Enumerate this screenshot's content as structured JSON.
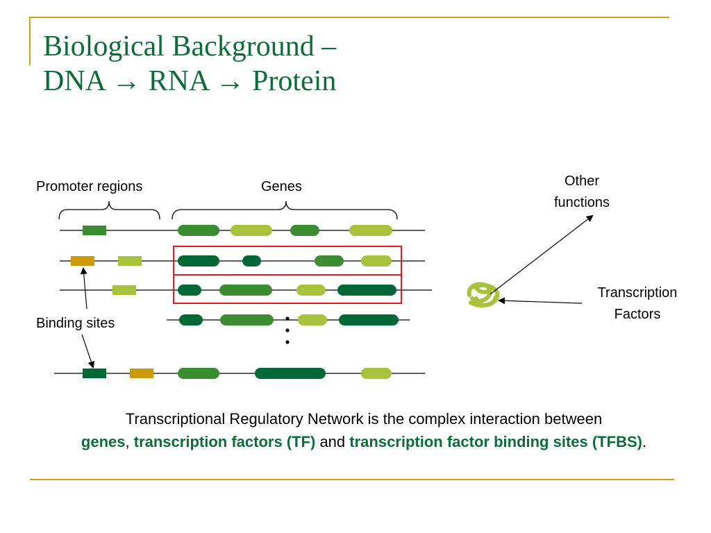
{
  "title": {
    "line1": "Biological Background –",
    "line2": "DNA → RNA → Protein"
  },
  "labels": {
    "promoter_regions": "Promoter regions",
    "genes": "Genes",
    "other_functions_line1": "Other",
    "other_functions_line2": "functions",
    "transcription_factors_line1": "Transcription",
    "transcription_factors_line2": "Factors",
    "binding_sites": "Binding sites"
  },
  "caption": {
    "prefix": "Transcriptional Regulatory Network is the complex interaction between",
    "term_genes": "genes",
    "sep1": ", ",
    "term_tf": "transcription factors (TF)",
    "sep2": " and ",
    "term_tfbs": "transcription factor binding sites (TFBS)",
    "suffix": "."
  },
  "colors": {
    "text_green": "#0e6b3a",
    "frame_gold": "#d4a017",
    "gene_dark": "#006837",
    "gene_mid": "#3c8c32",
    "gene_light": "#a8c23c",
    "site_gold": "#cc9a06",
    "highlight_red": "#e31a1c"
  },
  "icons": {
    "transcription_factor": "tangled-protein-icon",
    "arrow": "arrow-right-icon"
  }
}
